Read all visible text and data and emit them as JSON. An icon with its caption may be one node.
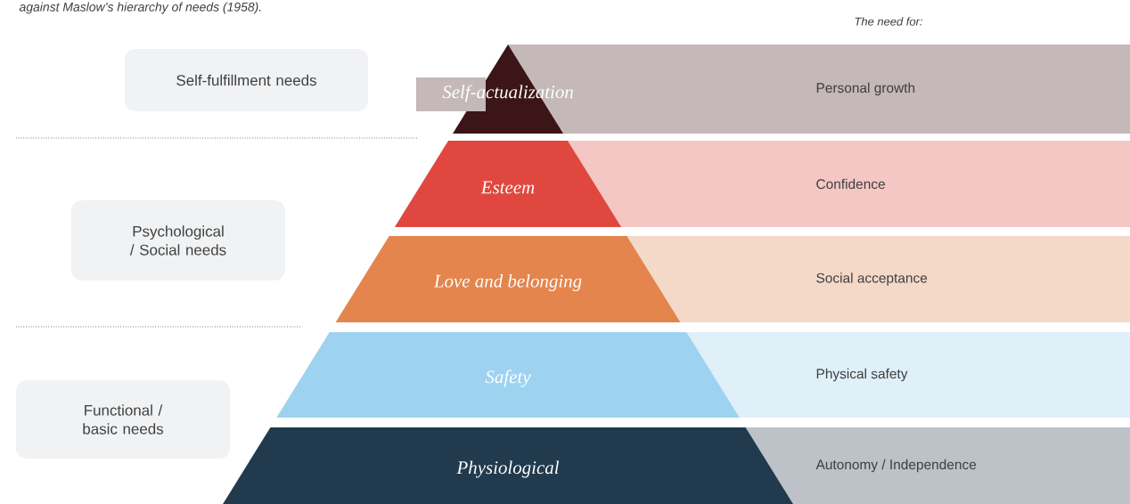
{
  "diagram": {
    "nodes": [
      {
        "text": [
          "Self-fulfillment needs"
        ]
      },
      {
        "text": [
          "Psychological / Social needs"
        ]
      },
      {
        "text": [
          "Functional / basic needs"
        ]
      },
      {
        "text": [
          "Self-actualization"
        ]
      },
      {
        "text": [
          "Esteem"
        ]
      },
      {
        "text": [
          "Love and belonging"
        ]
      },
      {
        "text": [
          "Safety"
        ]
      },
      {
        "text": [
          "Physiological"
        ]
      },
      {
        "text": [
          "Personal growth"
        ]
      },
      {
        "text": [
          "Confidence"
        ]
      },
      {
        "text": [
          "Social acceptance"
        ]
      },
      {
        "text": [
          "Physical safety"
        ]
      },
      {
        "text": [
          "Autonomy / Independence"
        ]
      }
    ],
    "labels": [
      "against Maslow’s hierarchy of needs (1958).",
      "The need for:"
    ]
  }
}
